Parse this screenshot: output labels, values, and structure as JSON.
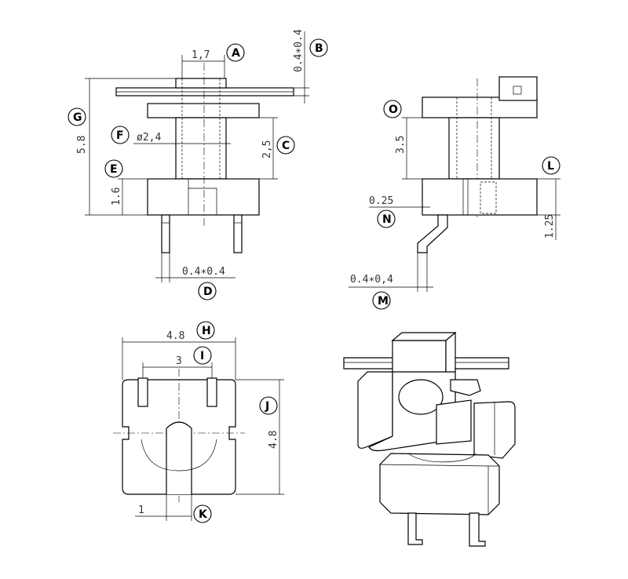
{
  "dimensions": {
    "pin_pitch_top": "1,7",
    "pin_size_top": "0.4∗0.4",
    "height_total": "5.8",
    "bore_diameter": "ø2,4",
    "flange_height": "2,5",
    "base_height": "1.6",
    "pin_size_front": "0.4∗0.4",
    "window_height": "3.5",
    "offset": "0.25",
    "standoff": "1.25",
    "pin_size_side": "0.4∗0,4",
    "width_bottom": "4.8",
    "pin_pitch_bottom": "3",
    "depth_bottom": "4.8",
    "slot_width": "1"
  },
  "labels": {
    "A": "A",
    "B": "B",
    "C": "C",
    "D": "D",
    "E": "E",
    "F": "F",
    "G": "G",
    "H": "H",
    "I": "I",
    "J": "J",
    "K": "K",
    "L": "L",
    "M": "M",
    "N": "N",
    "O": "O"
  }
}
